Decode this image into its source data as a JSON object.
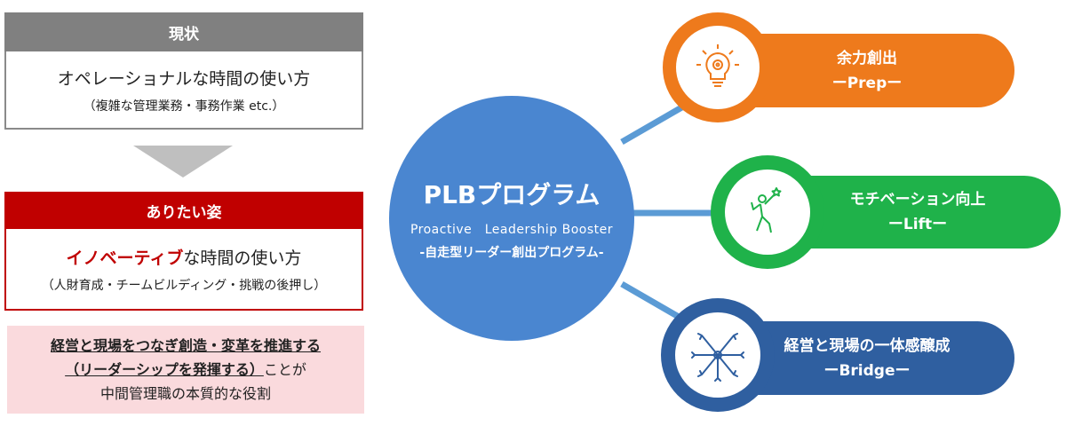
{
  "current": {
    "header": "現状",
    "main_text": "オペレーショナルな時間の使い方",
    "sub_text": "（複雑な管理業務・事務作業 etc.）"
  },
  "ideal": {
    "header": "ありたい姿",
    "main_highlight": "イノベーティブ",
    "main_rest": "な時間の使い方",
    "sub_text": "（人財育成・チームビルディング・挑戦の後押し）"
  },
  "role": {
    "line1": "経営と現場をつなぎ創造・変革を推進する",
    "line2_underlined": "（リーダーシップを発揮する）",
    "line2_rest": "ことが",
    "line3": "中間管理職の本質的な役割"
  },
  "program": {
    "title": "PLBプログラム",
    "subtitle_en": "Proactive　Leadership Booster",
    "subtitle_ja": "-自走型リーダー創出プログラム-"
  },
  "pillars": [
    {
      "title": "余力創出",
      "subtitle": "ーPrepー",
      "color": "#ee7a1c",
      "icon": "lightbulb-gear-icon"
    },
    {
      "title": "モチベーション向上",
      "subtitle": "ーLiftー",
      "color": "#1fb24a",
      "icon": "celebrating-person-icon"
    },
    {
      "title": "経営と現場の一体感醸成",
      "subtitle": "ーBridgeー",
      "color": "#2f5fa0",
      "icon": "joined-hands-icon"
    }
  ],
  "colors": {
    "current_header": "#808080",
    "ideal_header": "#c00000",
    "arrow": "#bfbfbf",
    "role_bg": "#fadadd",
    "program_circle": "#4a86d0",
    "connector": "#5b9bd5"
  }
}
